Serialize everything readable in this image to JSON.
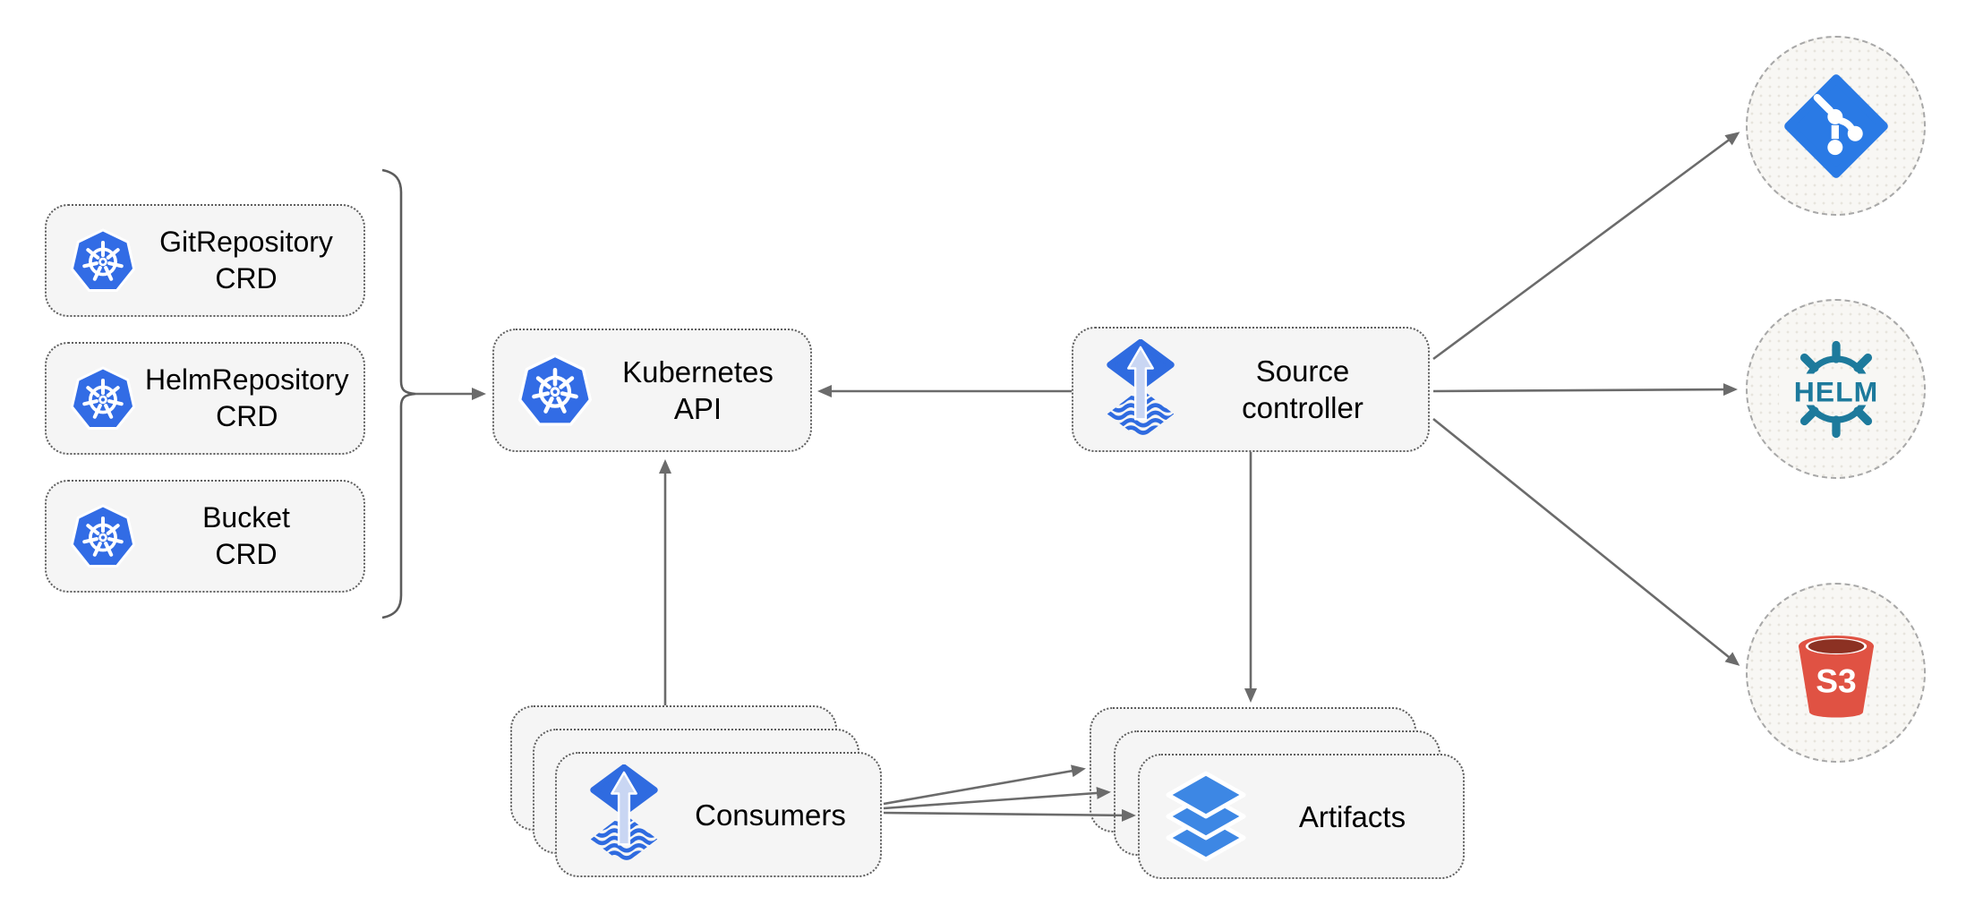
{
  "colors": {
    "k8s-blue": "#326CE5",
    "flux-blue": "#2f6be0",
    "flux-arrow-light": "#c9d6f3",
    "layers-blue": "#3d87e4",
    "git-blue": "#2a7ae5",
    "helm-teal": "#1d7a9c",
    "s3-red": "#e05243",
    "s3-dark": "#8c3123",
    "arrow-gray": "#6b6b6b",
    "node-fill": "#f5f5f5",
    "node-border": "#5e5e5e"
  },
  "nodes": {
    "crd_boxes": [
      {
        "line1": "GitRepository",
        "line2": "CRD",
        "icon": "kubernetes-icon"
      },
      {
        "line1": "HelmRepository",
        "line2": "CRD",
        "icon": "kubernetes-icon"
      },
      {
        "line1": "Bucket",
        "line2": "CRD",
        "icon": "kubernetes-icon"
      }
    ],
    "kubernetes_api": {
      "label": "Kubernetes API",
      "icon": "kubernetes-icon"
    },
    "source_controller": {
      "line1": "Source",
      "line2": "controller",
      "icon": "flux-icon"
    },
    "consumers": {
      "label": "Consumers",
      "icon": "flux-icon",
      "stack_count": 3
    },
    "artifacts": {
      "label": "Artifacts",
      "icon": "layers-icon",
      "stack_count": 3
    },
    "externals": [
      {
        "name": "git",
        "icon": "git-icon",
        "label": ""
      },
      {
        "name": "helm",
        "icon": "helm-icon",
        "label": "HELM"
      },
      {
        "name": "s3",
        "icon": "s3-icon",
        "label": "S3"
      }
    ]
  }
}
